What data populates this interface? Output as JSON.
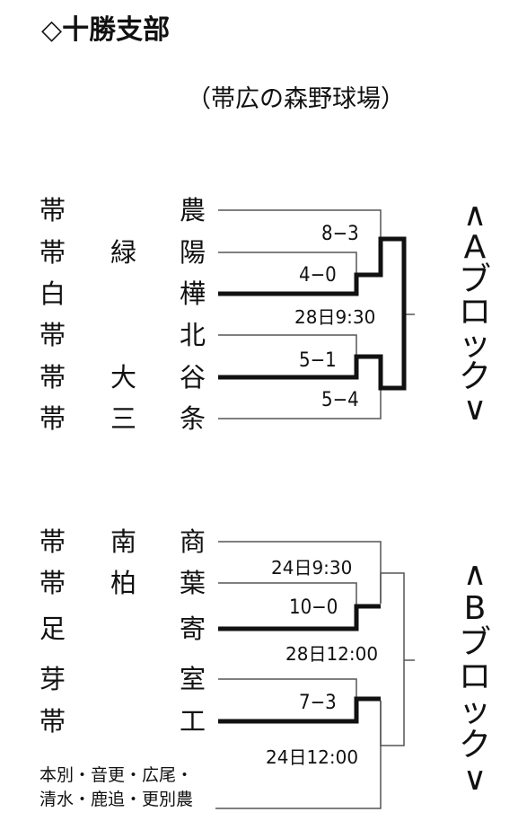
{
  "title": "◇十勝支部",
  "venue": "（帯広の森野球場）",
  "block_a": {
    "label_chars": [
      "∧",
      "A",
      "ブ",
      "ロ",
      "ッ",
      "ク",
      "∨"
    ],
    "teams": [
      {
        "c1": "帯",
        "c2": "",
        "c3": "農"
      },
      {
        "c1": "帯",
        "c2": "緑",
        "c3": "陽"
      },
      {
        "c1": "白",
        "c2": "",
        "c3": "樺"
      },
      {
        "c1": "帯",
        "c2": "",
        "c3": "北"
      },
      {
        "c1": "帯",
        "c2": "大",
        "c3": "谷"
      },
      {
        "c1": "帯",
        "c2": "三",
        "c3": "条"
      }
    ],
    "scores": [
      "8−3",
      "4−0",
      "5−1",
      "5−4"
    ],
    "final_schedule": "28日9:30"
  },
  "block_b": {
    "label_chars": [
      "∧",
      "B",
      "ブ",
      "ロ",
      "ッ",
      "ク",
      "∨"
    ],
    "teams": [
      {
        "c1": "帯",
        "c2": "南",
        "c3": "商"
      },
      {
        "c1": "帯",
        "c2": "柏",
        "c3": "葉"
      },
      {
        "c1": "足",
        "c2": "",
        "c3": "寄"
      },
      {
        "c1": "芽",
        "c2": "",
        "c3": "室"
      },
      {
        "c1": "帯",
        "c2": "",
        "c3": "工"
      }
    ],
    "joint_team_line1": "本別・音更・広尾・",
    "joint_team_line2": "清水・鹿追・更別農",
    "scores": [
      "10−0",
      "7−3"
    ],
    "schedules": [
      "24日9:30",
      "28日12:00",
      "24日12:00"
    ]
  },
  "colors": {
    "ink": "#111111",
    "thin_line": "#555555"
  }
}
